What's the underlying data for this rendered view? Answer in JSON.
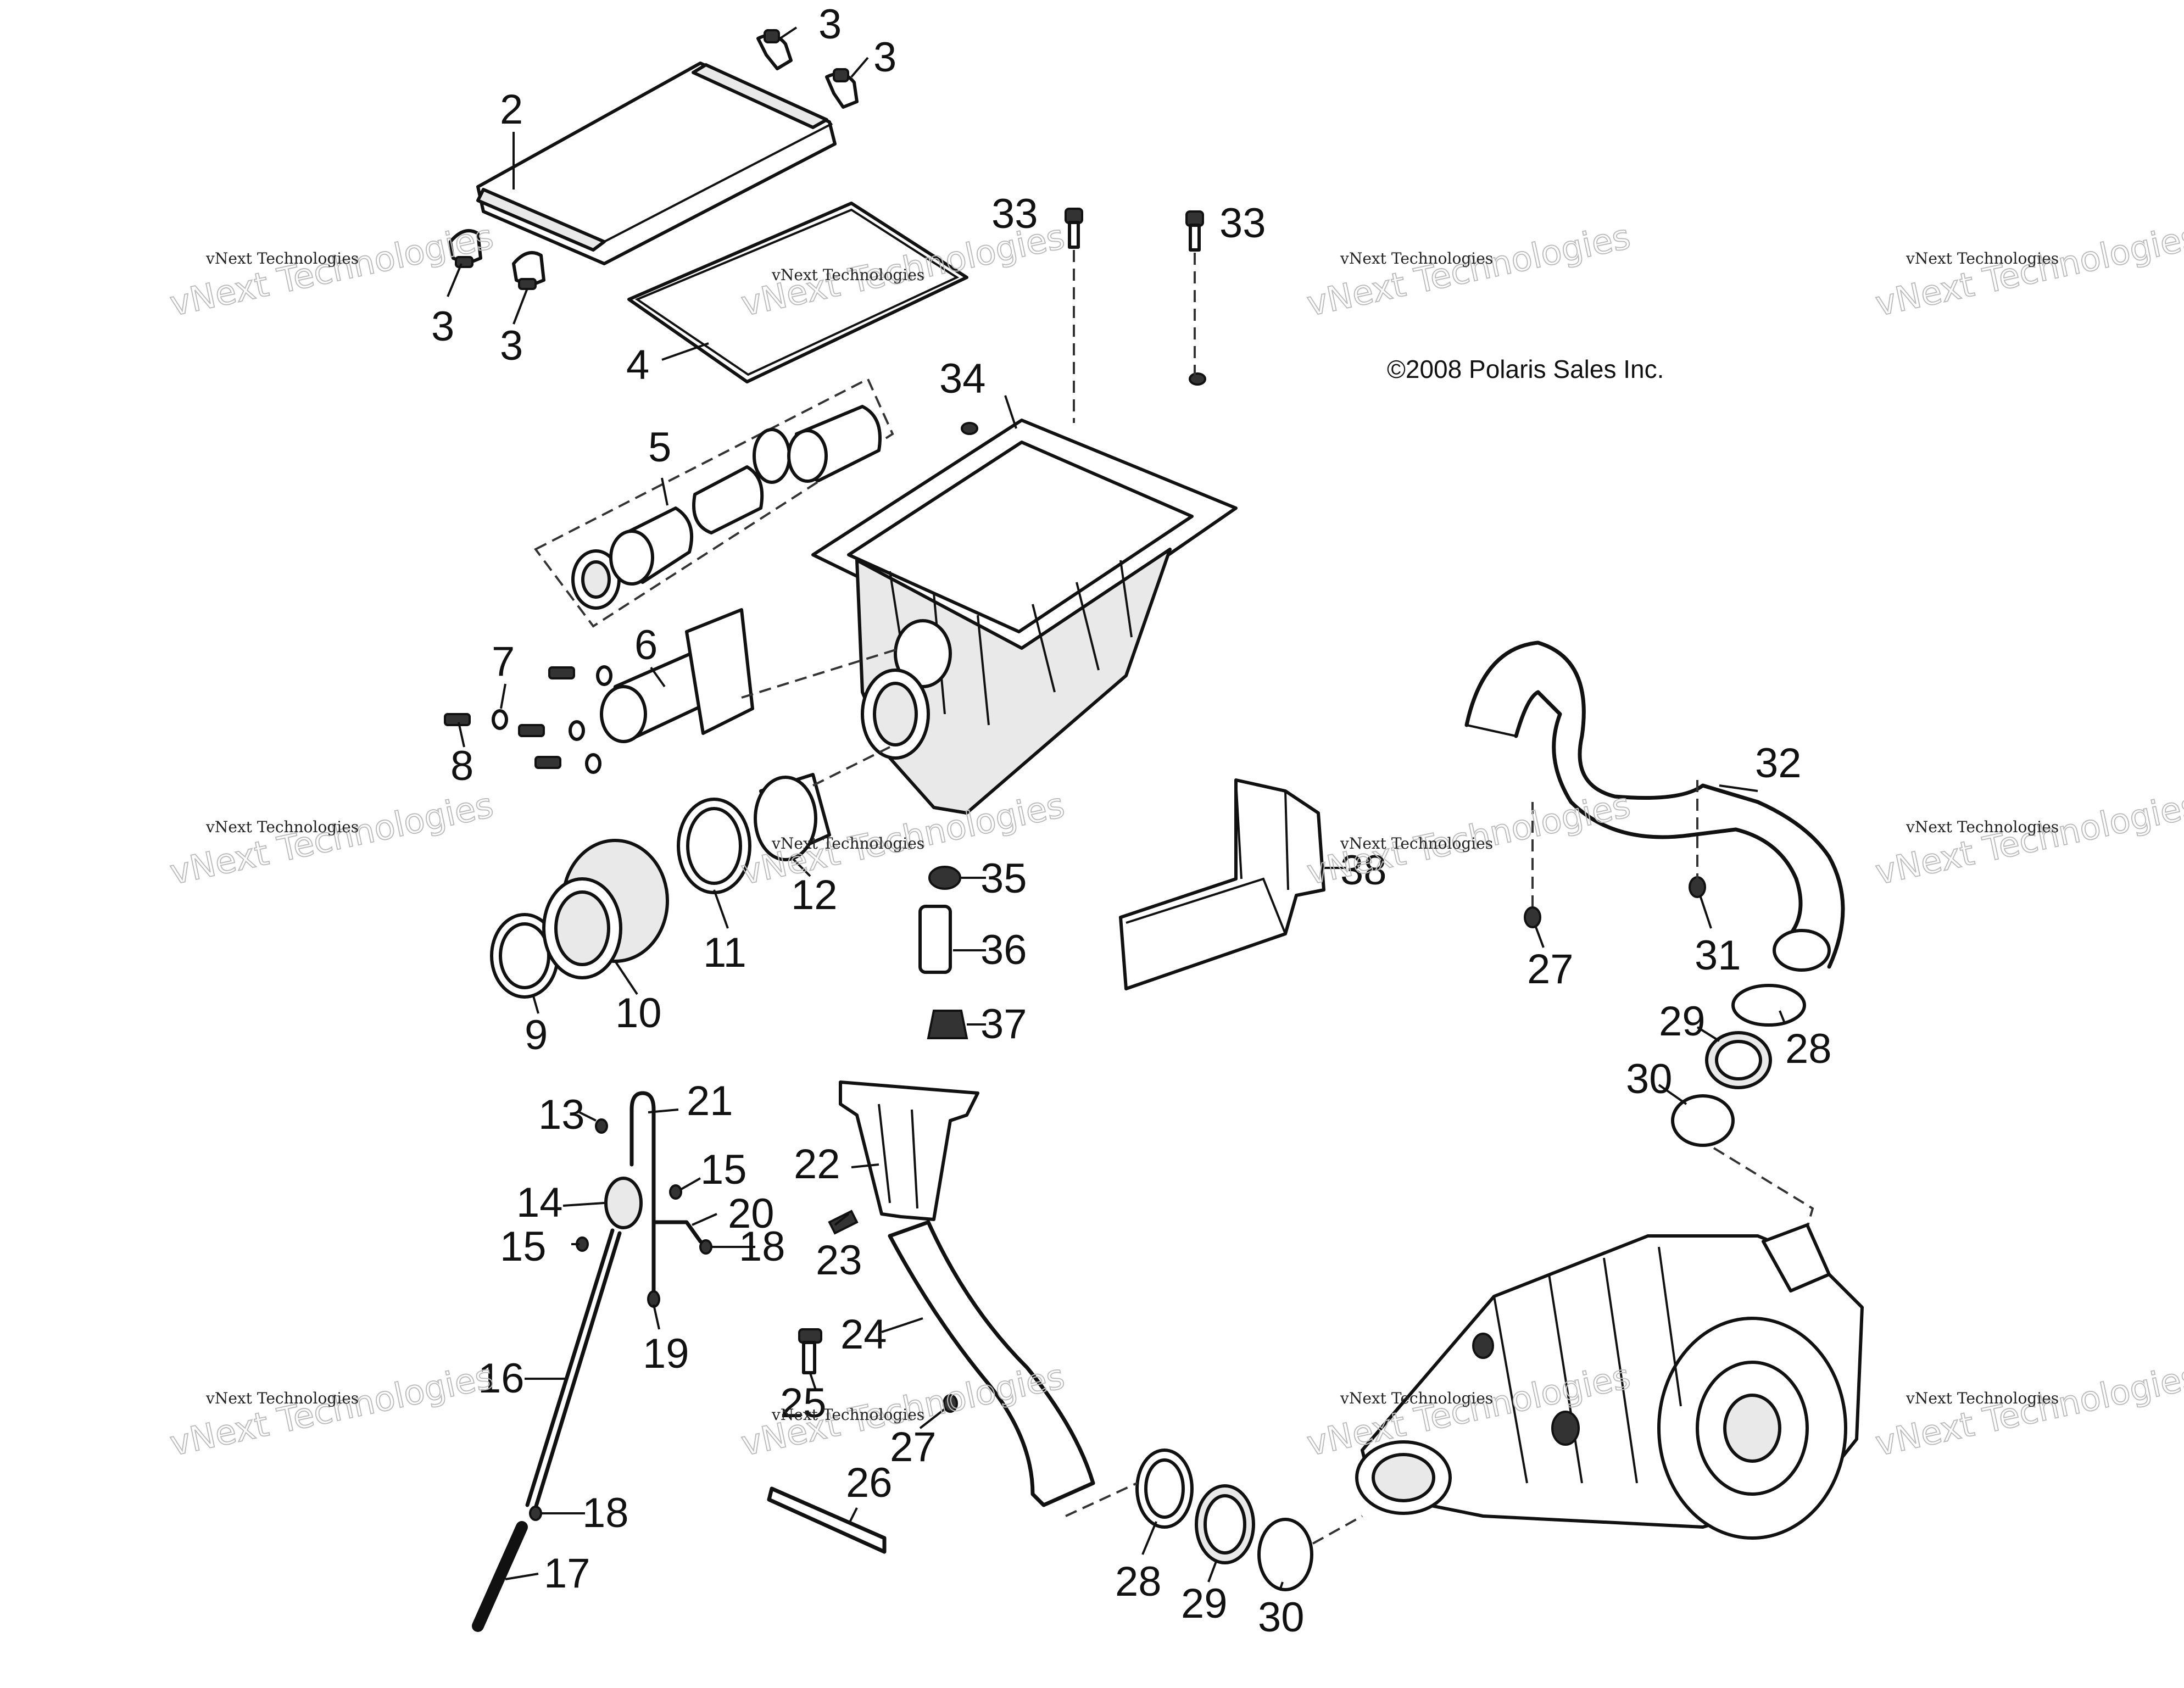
{
  "copyright": "©2008 Polaris Sales Inc.",
  "watermark": {
    "line1": "vNext Technologies",
    "line2": "vNext Technologies"
  },
  "callouts": [
    "2",
    "3",
    "3",
    "3",
    "3",
    "4",
    "5",
    "6",
    "7",
    "8",
    "9",
    "10",
    "11",
    "12",
    "13",
    "14",
    "15",
    "15",
    "16",
    "17",
    "18",
    "18",
    "19",
    "20",
    "21",
    "22",
    "23",
    "24",
    "25",
    "26",
    "27",
    "27",
    "28",
    "28",
    "29",
    "29",
    "30",
    "30",
    "31",
    "32",
    "33",
    "33",
    "34",
    "35",
    "36",
    "37",
    "38"
  ]
}
